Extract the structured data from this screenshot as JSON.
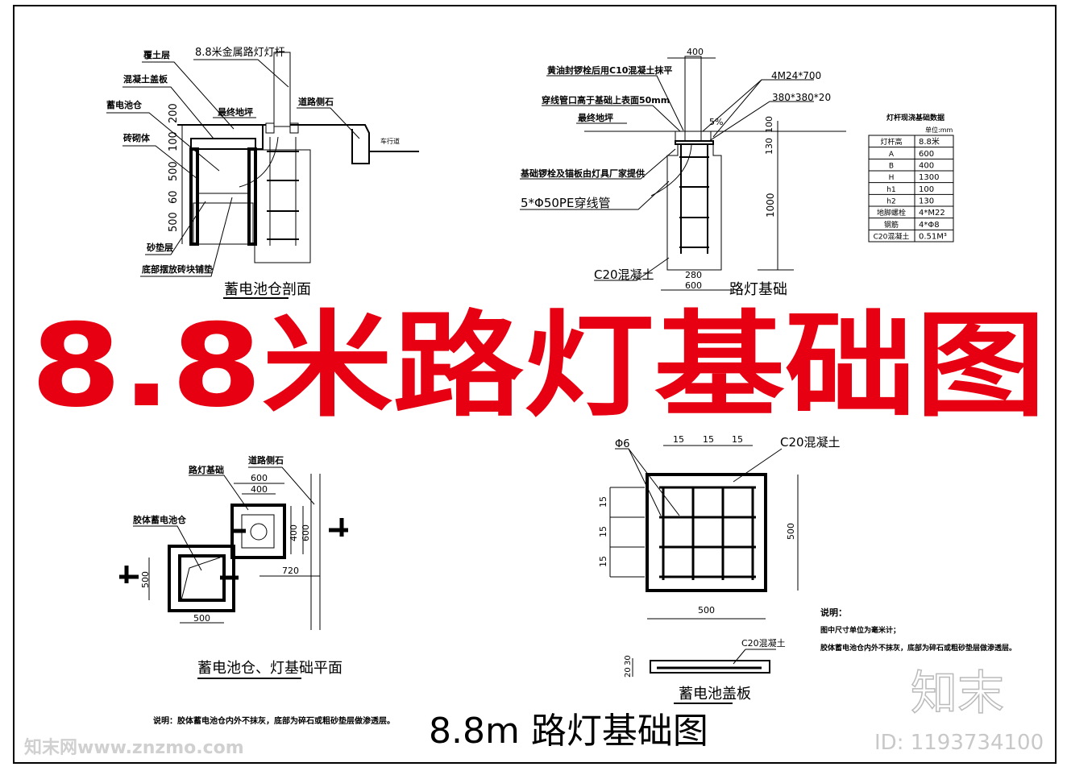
{
  "main_title": "8.8米路灯基础图",
  "bottom_title": "8.8m 路灯基础图",
  "colors": {
    "title_red": "#e60012",
    "line": "#000000",
    "watermark": "#e0e0e0"
  },
  "section_battery": {
    "title": "蓄电池仓剖面",
    "labels": {
      "cover_soil": "覆土层",
      "pole": "8.8米金属路灯灯杆",
      "concrete_cover": "混凝土盖板",
      "final_ground": "最终地坪",
      "curb": "道路侧石",
      "battery_bay": "蓄电池仓",
      "road": "车行道",
      "brick": "砖砌体",
      "sand": "砂垫层",
      "bottom_brick": "底部摆放砖块铺垫"
    },
    "dims": [
      "200",
      "100",
      "500",
      "60",
      "500"
    ]
  },
  "section_foundation": {
    "title": "路灯基础",
    "labels": {
      "seal": "黄油封锣栓后用C10混凝土抹平",
      "conduit_height": "穿线管口高于基础上表面50mm",
      "final_ground": "最终地坪",
      "bolts_supplier": "基础锣栓及锚板由灯具厂家提供",
      "conduit": "5*Φ50PE穿线管",
      "concrete": "C20混凝土",
      "bolt": "4M24*700",
      "plate": "380*380*20",
      "slope": "5%"
    },
    "dims": {
      "top": "400",
      "h1": "100",
      "h2": "130",
      "depth": "1000",
      "inner": "280",
      "width": "600"
    }
  },
  "spec_table": {
    "title": "灯杆现浇基础数据",
    "unit": "单位:mm",
    "rows": [
      [
        "灯杆高",
        "8.8米"
      ],
      [
        "A",
        "600"
      ],
      [
        "B",
        "400"
      ],
      [
        "H",
        "1300"
      ],
      [
        "h1",
        "100"
      ],
      [
        "h2",
        "130"
      ],
      [
        "地脚螺栓",
        "4*M22"
      ],
      [
        "钢筋",
        "4*Φ8"
      ],
      [
        "C20混凝土",
        "0.51M³"
      ]
    ]
  },
  "plan": {
    "title": "蓄电池仓、灯基础平面",
    "labels": {
      "foundation": "路灯基础",
      "curb": "道路侧石",
      "battery": "胶体蓄电池仓"
    },
    "dims": {
      "outer": "600",
      "inner": "400",
      "side_inner": "400",
      "side_outer": "600",
      "offset": "720",
      "battery_h": "500",
      "battery_w": "500"
    },
    "note": "说明：胶体蓄电池仓内外不抹灰，底部为碎石或粗砂垫层做渗透层。"
  },
  "rebar_plan": {
    "labels": {
      "rebar": "Φ6",
      "concrete": "C20混凝土"
    },
    "dims": {
      "top": [
        "15",
        "15",
        "15"
      ],
      "left": [
        "15",
        "15",
        "15"
      ],
      "side": "500",
      "bottom": "500"
    }
  },
  "cover_plate": {
    "title": "蓄电池盖板",
    "label": "C20混凝土",
    "dims": [
      "20",
      "30"
    ]
  },
  "notes": {
    "heading": "说明：",
    "lines": [
      "图中尺寸单位为毫米计；",
      "胶体蓄电池仓内外不抹灰，底部为碎石或粗砂垫层做渗透层。"
    ]
  },
  "branding": {
    "logo": "知末",
    "id": "ID: 1193734100",
    "watermark": "知末网www.znzmo.com"
  }
}
